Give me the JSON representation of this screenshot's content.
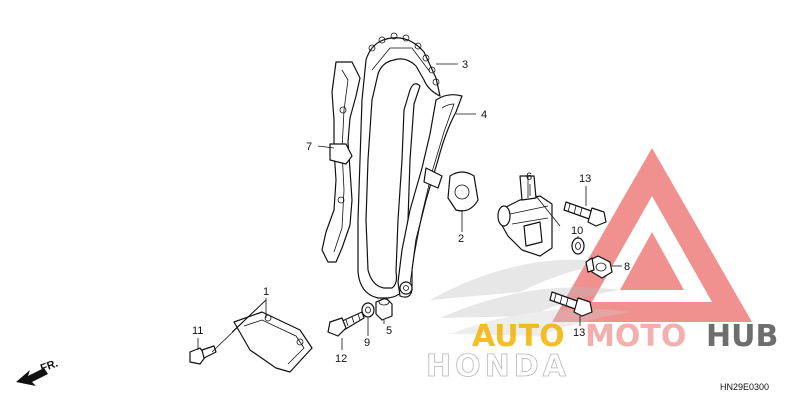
{
  "diagram": {
    "direction_label": "FR.",
    "diagram_code": "HN29E0300"
  },
  "callouts": {
    "c1": "1",
    "c2": "2",
    "c3": "3",
    "c4": "4",
    "c5": "5",
    "c6": "6",
    "c7": "7",
    "c8": "8",
    "c9": "9",
    "c10": "10",
    "c11": "11",
    "c12": "12",
    "c13a": "13",
    "c13b": "13"
  },
  "watermark": {
    "part_auto": "AUTO",
    "part_moto": "MOTO",
    "part_hub": "HUB",
    "brand": "HONDA",
    "color_auto": "#f2b400",
    "color_moto": "#f4a0a0",
    "color_hub": "#555555",
    "triangle_color": "#e53935"
  }
}
